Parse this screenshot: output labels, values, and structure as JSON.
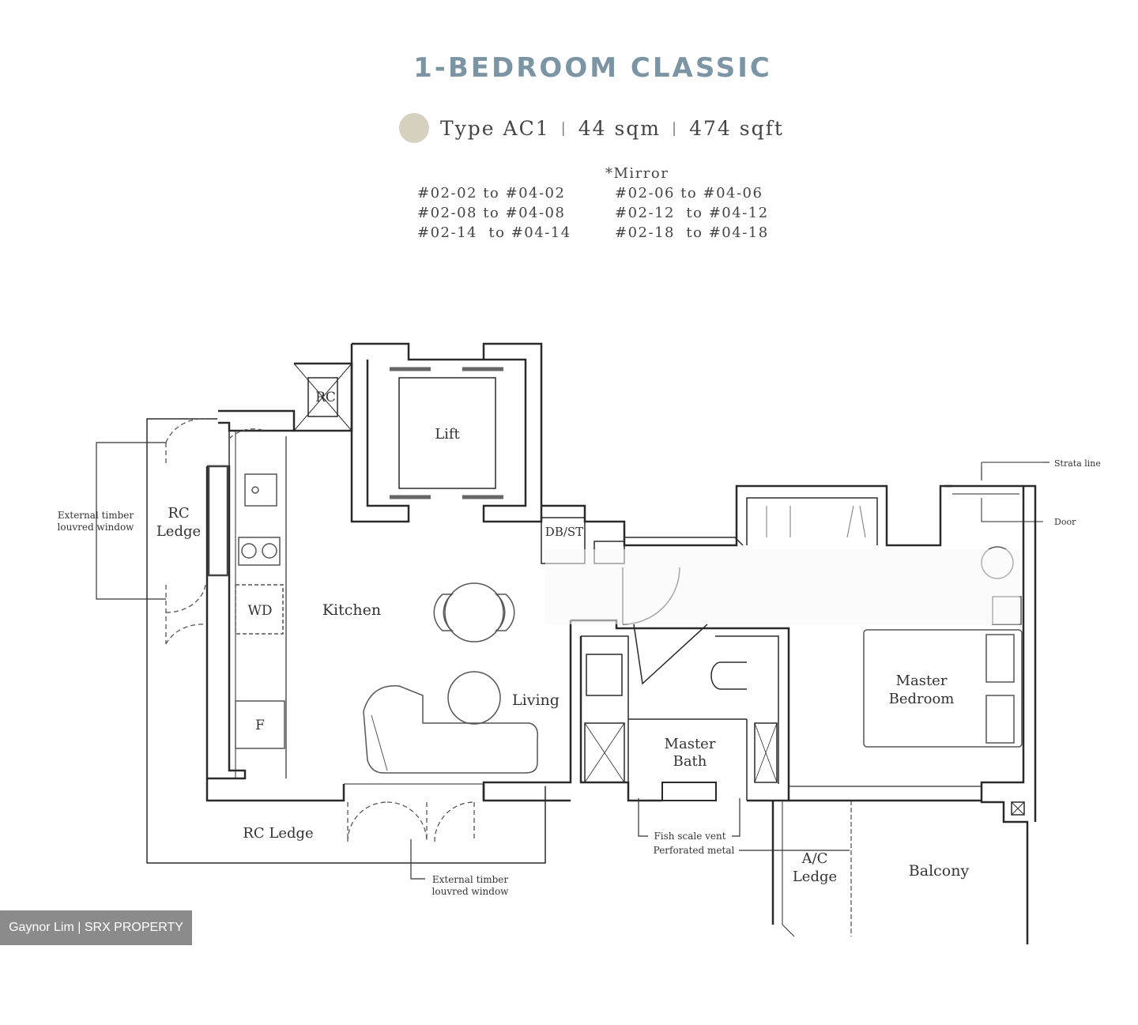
{
  "heading": "1-BEDROOM CLASSIC",
  "type_info": {
    "type": "Type AC1",
    "sep1": "|",
    "sqm": "44 sqm",
    "sep2": "|",
    "sqft": "474 sqft",
    "swatch_color": "#d6d0bf"
  },
  "units": {
    "left": [
      "#02-02 to #04-02",
      "#02-08 to #04-08",
      "#02-14  to #04-14"
    ],
    "mirror_label": "*Mirror",
    "right": [
      "#02-06 to #04-06",
      "#02-12  to #04-12",
      "#02-18  to #04-18"
    ]
  },
  "plan": {
    "rooms": {
      "rc_shaft": "RC",
      "lift": "Lift",
      "db_st": "DB/ST",
      "kitchen": "Kitchen",
      "wd": "WD",
      "fridge": "F",
      "living": "Living",
      "master_bath_1": "Master",
      "master_bath_2": "Bath",
      "master_bedroom_1": "Master",
      "master_bedroom_2": "Bedroom",
      "rc_ledge_side_1": "RC",
      "rc_ledge_side_2": "Ledge",
      "rc_ledge_bottom": "RC Ledge",
      "ac_ledge_1": "A/C",
      "ac_ledge_2": "Ledge",
      "balcony": "Balcony"
    },
    "annotations": {
      "window_left_1": "External timber",
      "window_left_2": "louvred window",
      "window_bottom_1": "External timber",
      "window_bottom_2": "louvred window",
      "fish_scale": "Fish scale vent",
      "perforated": "Perforated metal",
      "strata": "Strata line",
      "door": "Door"
    }
  },
  "watermark": "Gaynor Lim | SRX PROPERTY",
  "colors": {
    "heading": "#7b95a4",
    "wall": "#2a2a2a",
    "fixture": "#555555"
  }
}
